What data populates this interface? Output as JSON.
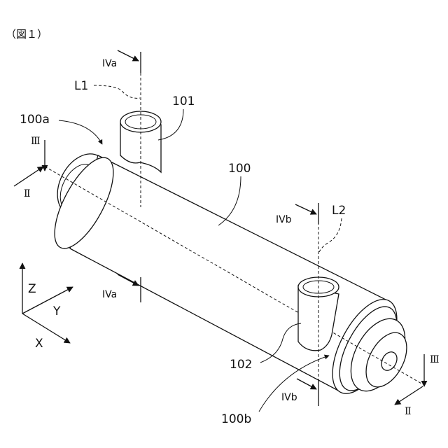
{
  "figure": {
    "title": "（図１）"
  },
  "labels": {
    "tube_body": "100",
    "end_a": "100a",
    "end_b": "100b",
    "port_1": "101",
    "port_2": "102",
    "axis_l1": "L1",
    "axis_l2": "L2",
    "section_ii_left": "Ⅱ",
    "section_ii_right": "Ⅱ",
    "section_iii_left": "Ⅲ",
    "section_iii_right": "Ⅲ",
    "section_iva_top": "IVa",
    "section_iva_bottom": "IVa",
    "section_ivb_top": "IVb",
    "section_ivb_bottom": "IVb"
  },
  "axes": {
    "z": "Z",
    "y": "Y",
    "x": "X"
  }
}
